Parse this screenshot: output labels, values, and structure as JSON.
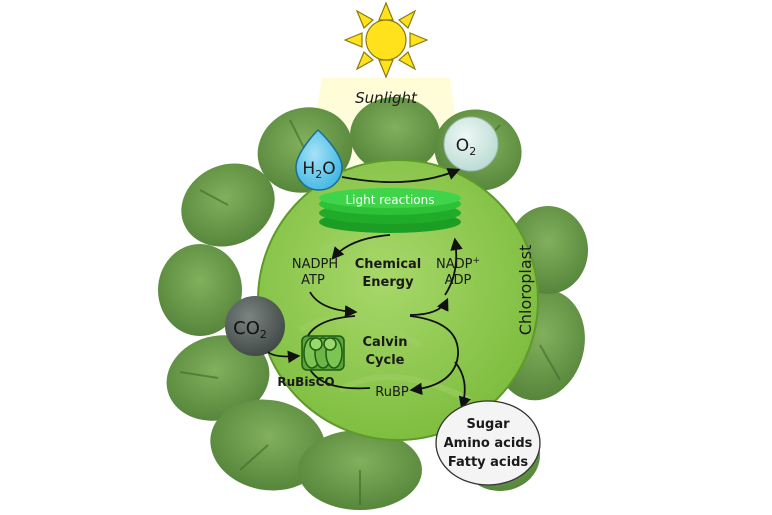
{
  "colors": {
    "sun": "#ffe21c",
    "sun_outline": "#8a7a10",
    "chloroplast": "#8cc84b",
    "chloroplast_edge": "#5e9a2a",
    "leaf": "#6a9a48",
    "leaf_dark": "#3f6b2c",
    "thylakoid": "#22b52c",
    "water": "#63c8ee",
    "oxygen": "#d6ede9",
    "co2": "#5c6662",
    "output_bubble": "#f4f4f4"
  },
  "labels": {
    "sunlight": "Sunlight",
    "h2o_main": "H",
    "h2o_sub": "2",
    "h2o_tail": "O",
    "o2_main": "O",
    "o2_sub": "2",
    "co2_main": "CO",
    "co2_sub": "2",
    "light_reactions": "Light reactions",
    "nadph": "NADPH",
    "atp": "ATP",
    "nadp_main": "NADP",
    "nadp_sup": "+",
    "adp": "ADP",
    "chemical": "Chemical",
    "energy": "Energy",
    "calvin": "Calvin",
    "cycle": "Cycle",
    "rubisco": "RuBisCO",
    "rubp": "RuBP",
    "chloroplast": "Chloroplast",
    "sugar": "Sugar",
    "amino_acids": "Amino acids",
    "fatty_acids": "Fatty acids"
  }
}
